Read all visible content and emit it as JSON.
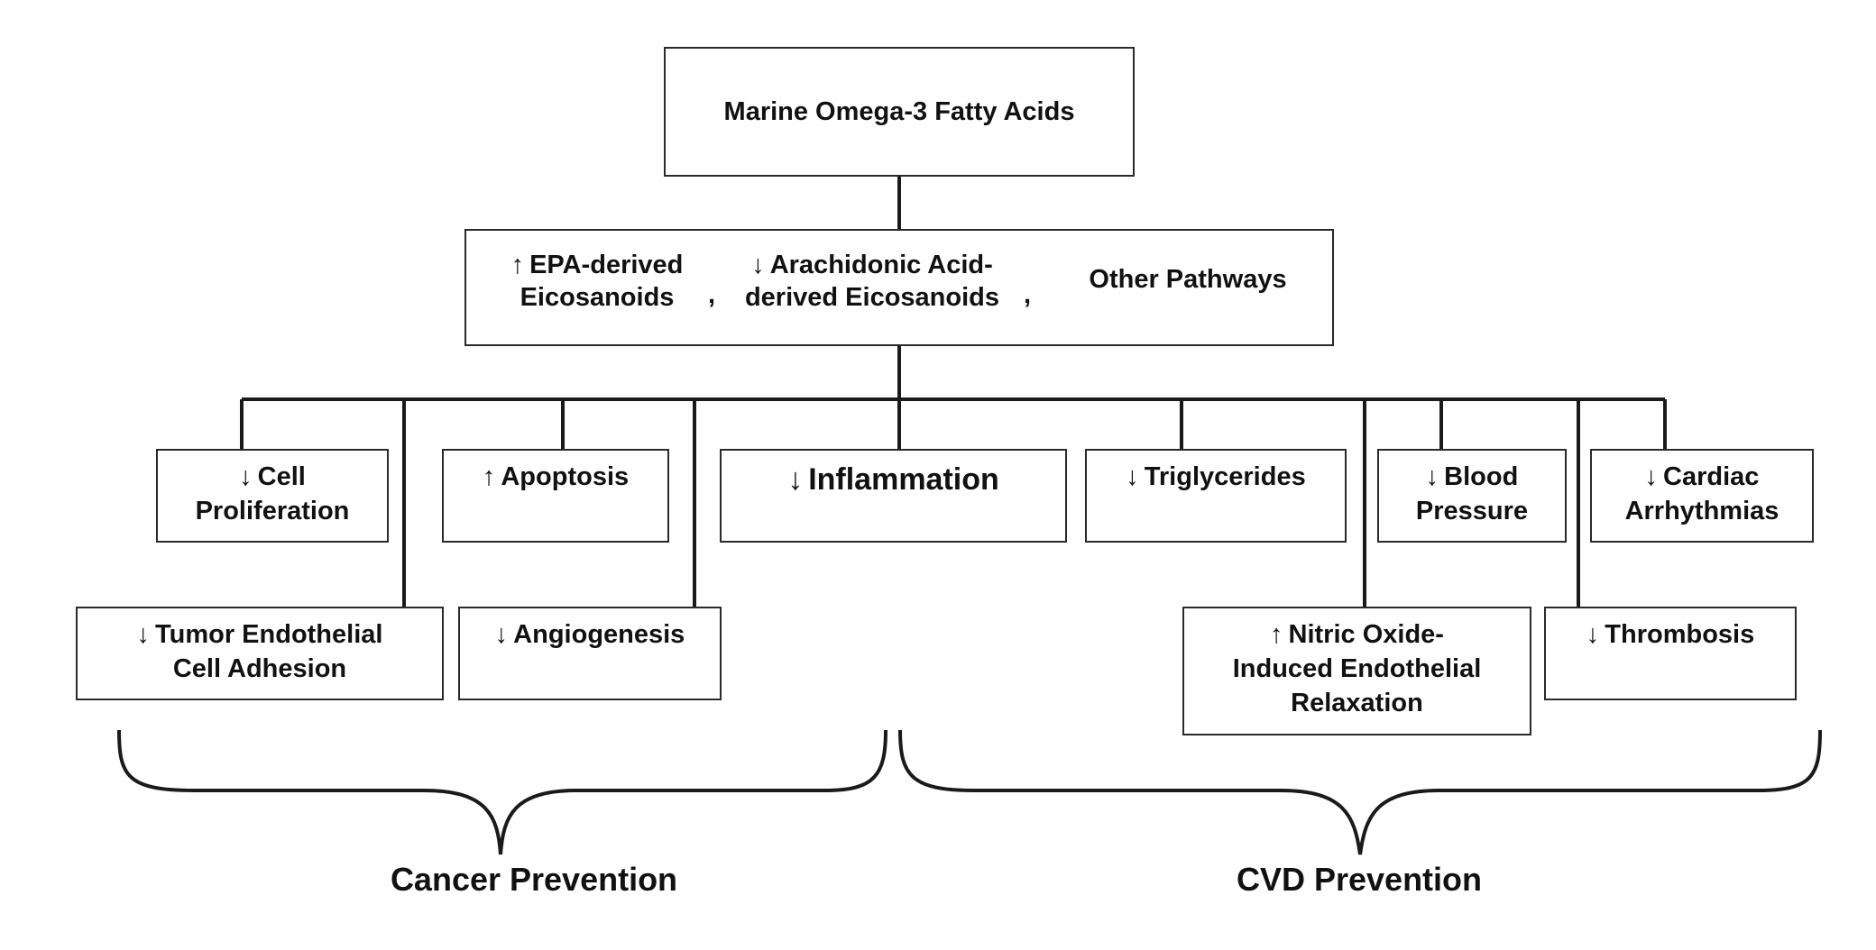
{
  "root": {
    "label": "Marine Omega-3 Fatty Acids"
  },
  "pathways": {
    "epa": {
      "arrow": "↑",
      "line1": "EPA-derived",
      "line2": "Eicosanoids"
    },
    "arachidonic": {
      "arrow": "↓",
      "line1": "Arachidonic Acid-",
      "line2": "derived Eicosanoids"
    },
    "other": {
      "label": "Other Pathways"
    },
    "separator": ","
  },
  "effects": {
    "cell_proliferation": {
      "arrow": "↓",
      "line1": "Cell",
      "line2": "Proliferation"
    },
    "apoptosis": {
      "arrow": "↑",
      "line1": "Apoptosis"
    },
    "inflammation": {
      "arrow": "↓",
      "line1": "Inflammation"
    },
    "triglycerides": {
      "arrow": "↓",
      "line1": "Triglycerides"
    },
    "blood_pressure": {
      "arrow": "↓",
      "line1": "Blood",
      "line2": "Pressure"
    },
    "cardiac_arrhythmias": {
      "arrow": "↓",
      "line1": "Cardiac",
      "line2": "Arrhythmias"
    },
    "tumor_adhesion": {
      "arrow": "↓",
      "line1": "Tumor Endothelial",
      "line2": "Cell Adhesion"
    },
    "angiogenesis": {
      "arrow": "↓",
      "line1": "Angiogenesis"
    },
    "nitric_oxide": {
      "arrow": "↑",
      "line1": "Nitric Oxide-",
      "line2": "Induced Endothelial",
      "line3": "Relaxation"
    },
    "thrombosis": {
      "arrow": "↓",
      "line1": "Thrombosis"
    }
  },
  "groups": {
    "cancer": "Cancer Prevention",
    "cvd": "CVD Prevention"
  }
}
